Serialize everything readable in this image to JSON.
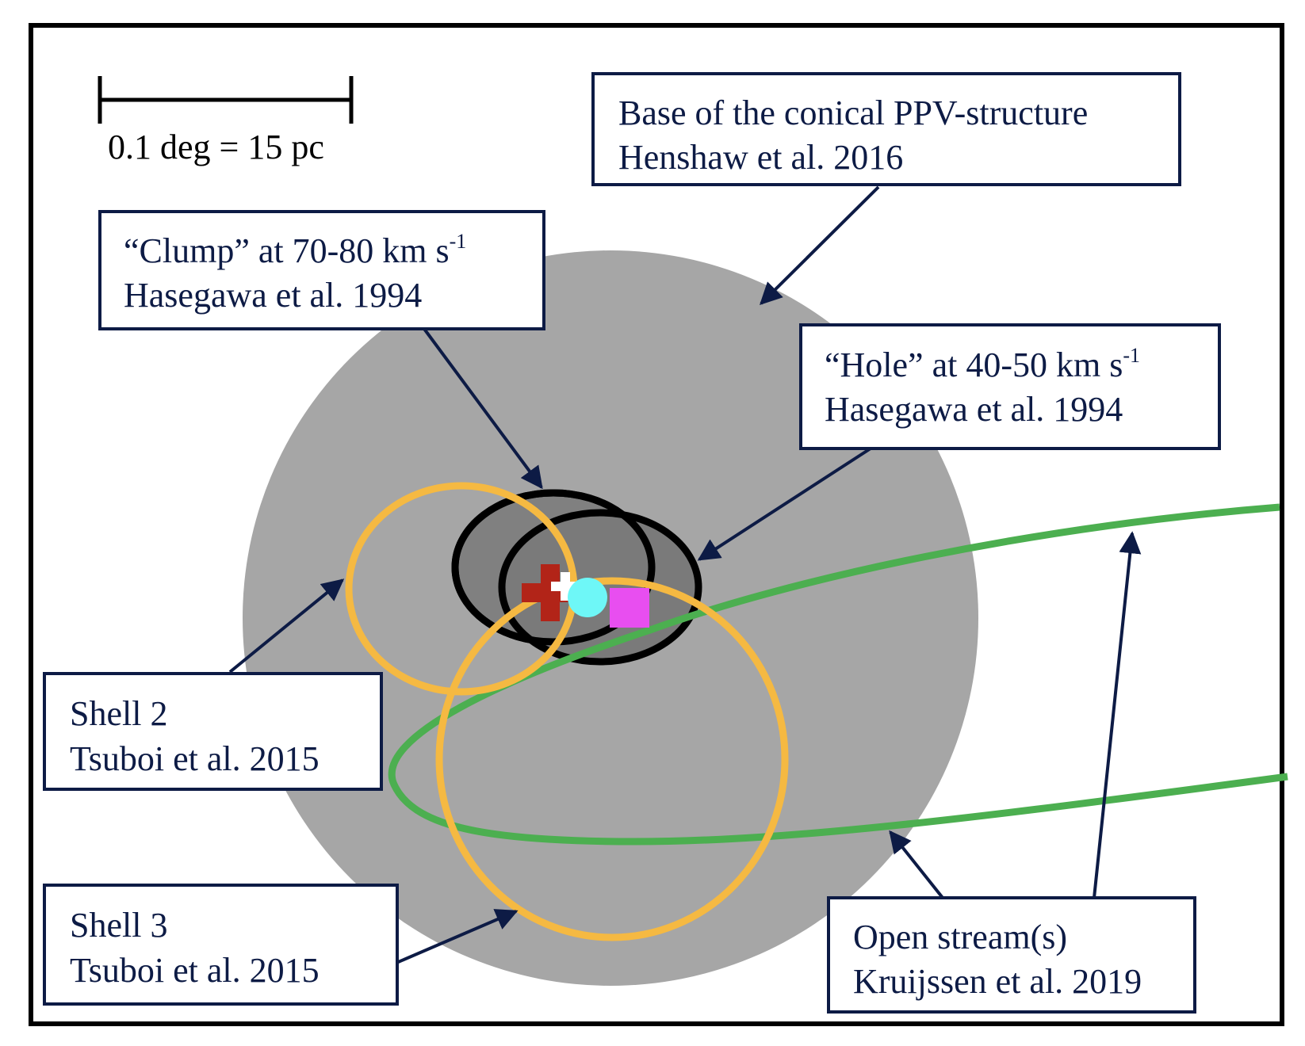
{
  "scale_bar": {
    "label": "0.1 deg = 15 pc"
  },
  "labels": {
    "base": {
      "line1": "Base of the conical PPV-structure",
      "line2": "Henshaw et al. 2016"
    },
    "clump": {
      "line1": "“Clump” at 70-80 km s",
      "line1_sup": "-1",
      "line2": "Hasegawa et al. 1994"
    },
    "hole": {
      "line1": "“Hole” at 40-50 km s",
      "line1_sup": "-1",
      "line2": "Hasegawa et al. 1994"
    },
    "shell2": {
      "line1": "Shell 2",
      "line2": "Tsuboi et al. 2015"
    },
    "shell3": {
      "line1": "Shell 3",
      "line2": "Tsuboi et al. 2015"
    },
    "stream": {
      "line1": "Open stream(s)",
      "line2": "Kruijssen et al. 2019"
    }
  },
  "colors": {
    "frame": "#000000",
    "base_disk": "#a6a6a6",
    "clump_fill": "#808080",
    "hole_fill": "#7a7a7a",
    "shell": "#f5b942",
    "stream": "#4caf50",
    "arrow": "#0d1b45",
    "red_cross": "#b22418",
    "white_cross": "#ffffff",
    "cyan_circle": "#6ef7f7",
    "magenta_square": "#e84ef0"
  },
  "markers": [
    {
      "name": "red-cross-marker",
      "shape": "cross"
    },
    {
      "name": "white-cross-marker",
      "shape": "cross"
    },
    {
      "name": "cyan-circle-marker",
      "shape": "circle"
    },
    {
      "name": "magenta-square-marker",
      "shape": "square"
    }
  ]
}
